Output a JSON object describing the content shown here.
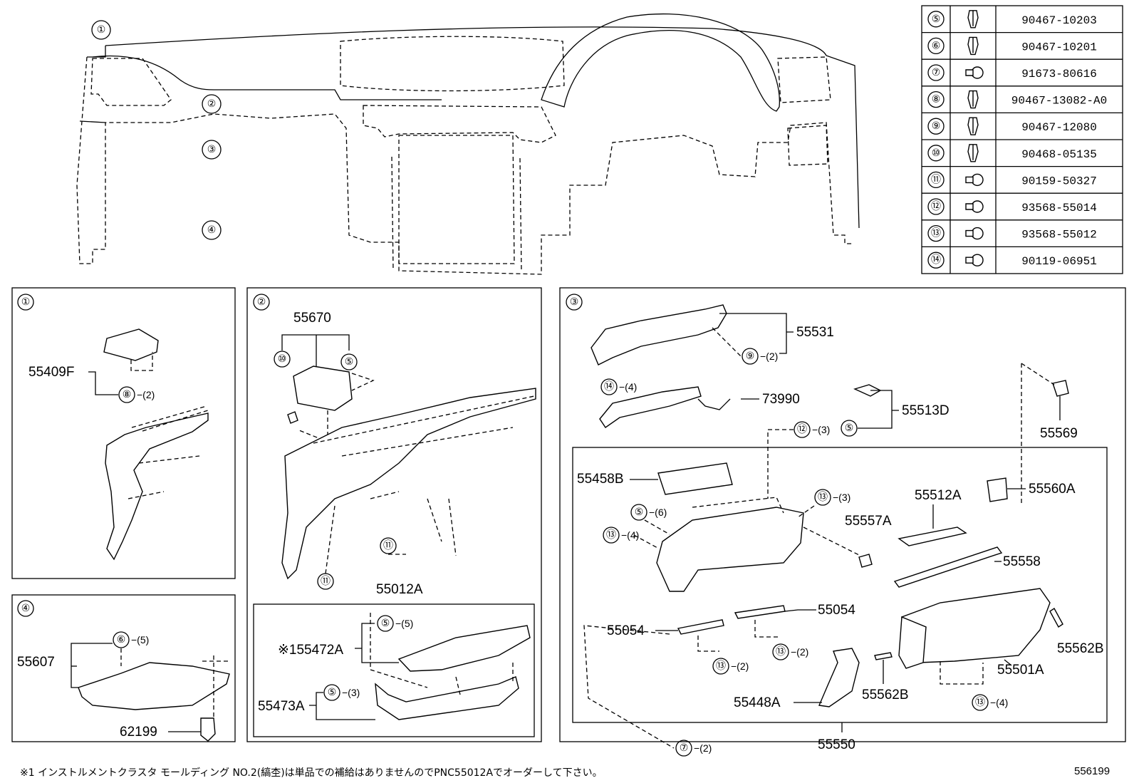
{
  "fastener_table": [
    {
      "ref": "⑤",
      "part_no": "90467-10203",
      "icon": "clip-icon"
    },
    {
      "ref": "⑥",
      "part_no": "90467-10201",
      "icon": "clip-icon"
    },
    {
      "ref": "⑦",
      "part_no": "91673-80616",
      "icon": "bolt-icon"
    },
    {
      "ref": "⑧",
      "part_no": "90467-13082-A0",
      "icon": "clip-icon"
    },
    {
      "ref": "⑨",
      "part_no": "90467-12080",
      "icon": "clip-icon"
    },
    {
      "ref": "⑩",
      "part_no": "90468-05135",
      "icon": "clip-icon"
    },
    {
      "ref": "⑪",
      "part_no": "90159-50327",
      "icon": "screw-icon"
    },
    {
      "ref": "⑫",
      "part_no": "93568-55014",
      "icon": "screw-icon"
    },
    {
      "ref": "⑬",
      "part_no": "93568-55012",
      "icon": "screw-icon"
    },
    {
      "ref": "⑭",
      "part_no": "90119-06951",
      "icon": "bolt-icon"
    }
  ],
  "overview": {
    "callouts": [
      "①",
      "②",
      "③",
      "④"
    ]
  },
  "panel1": {
    "num": "①",
    "labels": {
      "p55409F": "55409F",
      "c8": "⑧",
      "q8": "−(2)"
    }
  },
  "panel2": {
    "num": "②",
    "labels": {
      "p55670": "55670",
      "c10": "⑩",
      "c5": "⑤",
      "c11a": "⑪",
      "c11b": "⑪",
      "p55012A": "55012A",
      "p55472A": "※155472A",
      "c5b": "⑤",
      "q5b": "−(5)",
      "p55473A": "55473A",
      "c5c": "⑤",
      "q5c": "−(3)"
    }
  },
  "panel3": {
    "num": "③",
    "labels": {
      "p55531": "55531",
      "c9": "⑨",
      "q9": "−(2)",
      "c14": "⑭",
      "q14": "−(4)",
      "p73990": "73990",
      "c12": "⑫",
      "q12": "−(3)",
      "c5a": "⑤",
      "p55513D": "55513D",
      "p55569": "55569",
      "p55458B": "55458B",
      "c5b": "⑤",
      "q5b": "−(6)",
      "c13a": "⑬",
      "q13a": "−(3)",
      "c13b": "⑬",
      "q13b": "−(4)",
      "p55557A": "55557A",
      "p55512A": "55512A",
      "p55560A": "55560A",
      "p55558": "55558",
      "p55054a": "55054",
      "p55054b": "55054",
      "c13c": "⑬",
      "q13c": "−(2)",
      "c13d": "⑬",
      "q13d": "−(2)",
      "p55562Ba": "55562B",
      "p55562Bb": "55562B",
      "p55501A": "55501A",
      "p55448A": "55448A",
      "c13e": "⑬",
      "q13e": "−(4)",
      "c7": "⑦",
      "q7": "−(2)",
      "p55550": "55550"
    }
  },
  "panel4": {
    "num": "④",
    "labels": {
      "c6": "⑥",
      "q6": "−(5)",
      "p55607": "55607",
      "p62199": "62199"
    }
  },
  "footer": {
    "note": "※1 インストルメントクラスタ モールディング NO.2(縞杢)は単品での補給はありませんのでPNC55012Aでオーダーして下さい。",
    "code": "556199"
  }
}
